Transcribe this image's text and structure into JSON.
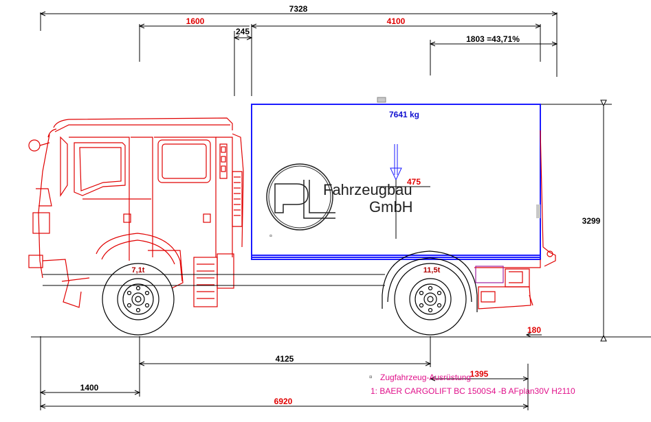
{
  "dimensions": {
    "overall_length": "7328",
    "cab_length": "1600",
    "gap": "245",
    "body_length": "4100",
    "rear_overhang_pct": "1803 =43,71%",
    "height": "3299",
    "wheelbase": "4125",
    "front_overhang": "1400",
    "chassis_length": "6920",
    "rear_tail": "1395",
    "liftgate": "180"
  },
  "loads": {
    "body_mass": "7641 kg",
    "cog_offset": "475",
    "front_axle": "7,1t",
    "rear_axle": "11,5t"
  },
  "logo": {
    "line1": "Fahrzeugbau",
    "line2": "GmbH"
  },
  "notes": {
    "equipment_title": "Zugfahrzeug-Ausrüstung",
    "equipment_item": "1: BAER CARGOLIFT  BC 1500S4 -B AFplan30V H2110"
  },
  "colors": {
    "truck": "#e00000",
    "body": "#1a1aff",
    "dimension": "#000000",
    "note": "#e0108a"
  }
}
